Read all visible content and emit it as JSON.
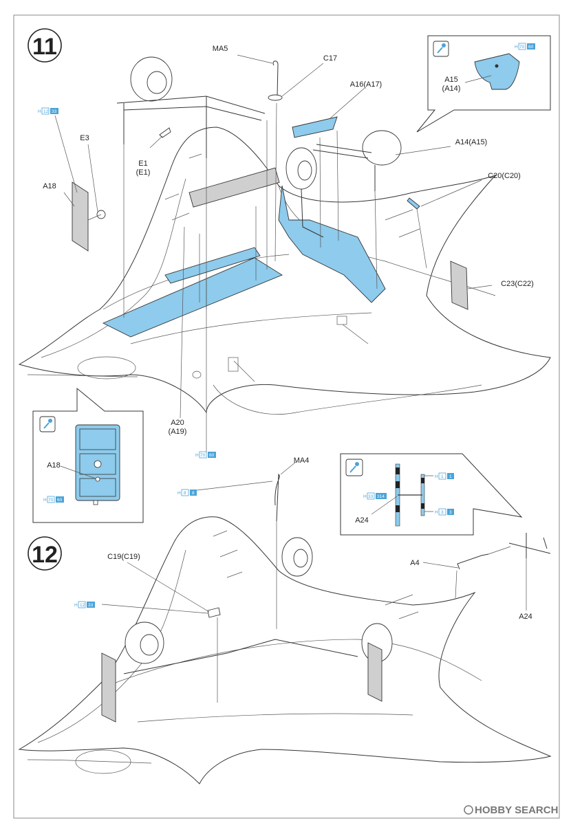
{
  "steps": {
    "step11": {
      "number": "11"
    },
    "step12": {
      "number": "12"
    }
  },
  "step11": {
    "labels": {
      "ma5": "MA5",
      "c17": "C17",
      "a16": "A16(A17)",
      "a14": "A14(A15)",
      "c20": "C20(C20)",
      "c23": "C23(C22)",
      "e3": "E3",
      "a18": "A18",
      "e1": "E1",
      "e1b": "(E1)",
      "a20": "A20",
      "a20b": "(A19)"
    },
    "paint_h12": {
      "prefix": "H",
      "num": "12",
      "fs": "33"
    },
    "paint_h70": {
      "prefix": "H",
      "num": "70",
      "fs": "60"
    },
    "inset_top": {
      "a15": "A15",
      "a15b": "(A14)",
      "paint": {
        "prefix": "H",
        "num": "70",
        "fs": "60"
      },
      "icon": "paint-brush-icon"
    },
    "inset_left": {
      "a18": "A18",
      "paint": {
        "prefix": "H",
        "num": "70",
        "fs": "60"
      },
      "icon": "paint-brush-icon"
    }
  },
  "step12": {
    "labels": {
      "ma4": "MA4",
      "c19": "C19(C19)",
      "a4": "A4",
      "a24": "A24"
    },
    "paint_h8": {
      "prefix": "H",
      "num": "8",
      "fs": "8"
    },
    "paint_h12": {
      "prefix": "H",
      "num": "12",
      "fs": "33"
    },
    "inset_right": {
      "a24": "A24",
      "icon": "paint-brush-icon",
      "paint_h1": {
        "prefix": "H",
        "num": "1",
        "fs": "1"
      },
      "paint_h3": {
        "prefix": "H",
        "num": "3",
        "fs": "3"
      },
      "paint_h33": {
        "prefix": "H",
        "num": "33",
        "fs": "314"
      }
    }
  },
  "watermark": "HOBBY SEARCH",
  "colors": {
    "parts_blue": "#8ecbec",
    "paint_ref_blue": "#4aa3d8",
    "grey_part": "#cfcfcf"
  }
}
